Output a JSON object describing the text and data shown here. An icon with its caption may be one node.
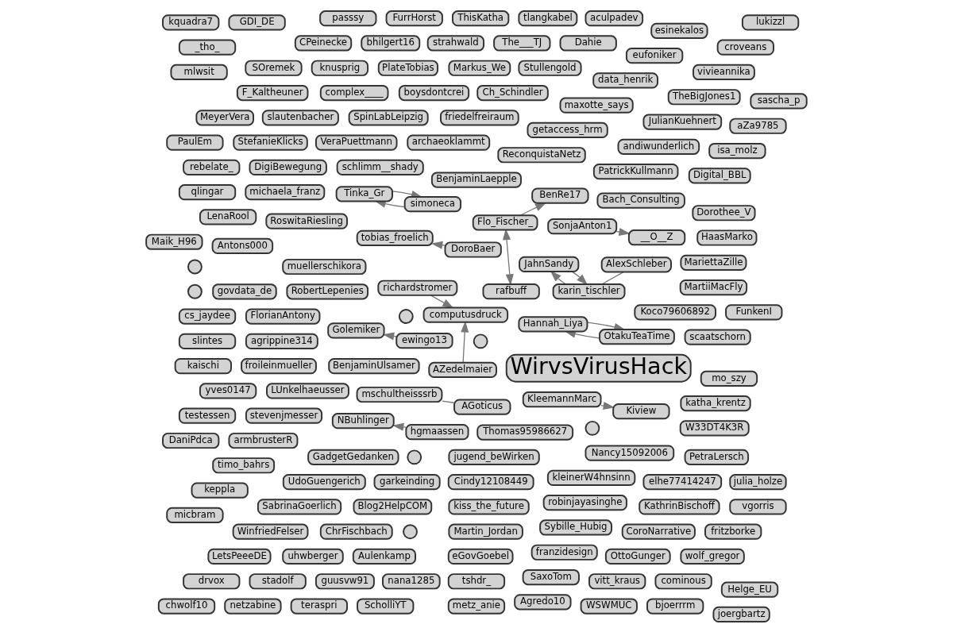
{
  "diagram": {
    "nodes": [
      {
        "text": [
          "WirvsVirusHack"
        ]
      },
      {
        "text": [
          "knusprig"
        ]
      },
      {
        "text": [
          "Antons000"
        ]
      },
      {
        "text": [
          "Blog2HelpCOM"
        ]
      },
      {
        "text": [
          "SOremek"
        ]
      },
      {
        "text": [
          "LenaRool"
        ]
      },
      {
        "text": [
          "yves0147"
        ]
      },
      {
        "text": [
          "FlorianAntony"
        ]
      },
      {
        "text": [
          "elhe77414247"
        ]
      },
      {
        "text": [
          "mo_szy"
        ]
      },
      {
        "text": [
          "MeyerVera"
        ]
      },
      {
        "text": [
          "fritzborke"
        ]
      },
      {
        "text": [
          "timo_bahrs"
        ]
      },
      {
        "text": [
          "BenjaminUlsamer"
        ]
      },
      {
        "text": [
          "muellerschikora"
        ]
      },
      {
        "text": [
          "RobertLepenies"
        ]
      },
      {
        "text": [
          "JulianKuehnert"
        ]
      },
      {
        "text": [
          "keppla"
        ]
      },
      {
        "text": [
          "Digital_BBL"
        ]
      },
      {
        "text": [
          "PatrickKullmann"
        ]
      },
      {
        "text": [
          "agrippine314"
        ]
      },
      {
        "text": [
          "SaxoTom"
        ]
      },
      {
        "text": [
          "Bach_Consulting"
        ]
      },
      {
        "text": [
          "isa_molz"
        ]
      },
      {
        "text": [
          "froileinmueller"
        ]
      },
      {
        "text": [
          "eufoniker"
        ]
      },
      {
        "text": [
          "LetsPeeeDE"
        ]
      },
      {
        "text": [
          "tshdr_"
        ]
      },
      {
        "text": [
          "uhwberger"
        ]
      },
      {
        "text": [
          "friedelfreiraum"
        ]
      },
      {
        "text": [
          "vitt_kraus"
        ]
      },
      {
        "text": [
          "cominous"
        ]
      },
      {
        "text": [],
        "shape": "circle"
      },
      {
        "text": [],
        "shape": "circle"
      },
      {
        "text": [
          "rebelate_"
        ]
      },
      {
        "text": [
          "MartiiMacFly"
        ]
      },
      {
        "text": [
          "drvox"
        ]
      },
      {
        "text": [
          "stadolf"
        ]
      },
      {
        "text": [
          "guusvw91"
        ]
      },
      {
        "text": [
          "Nancy15092006"
        ]
      },
      {
        "text": [
          "SpinLabLeipzig"
        ]
      },
      {
        "text": [
          "nana1285"
        ]
      },
      {
        "text": [
          "croveans"
        ]
      },
      {
        "text": [
          "_tho_"
        ]
      },
      {
        "text": [],
        "shape": "circle"
      },
      {
        "text": [
          "Hannah_Liya"
        ]
      },
      {
        "text": [
          "OtakuTeaTime"
        ]
      },
      {
        "text": [
          "Tinka_Gr"
        ]
      },
      {
        "text": [
          "JahnSandy"
        ]
      },
      {
        "text": [
          "qlingar"
        ]
      },
      {
        "text": [
          "Flo_Fischer_"
        ]
      },
      {
        "text": [
          "BenRe17"
        ]
      },
      {
        "text": [
          "rafbuff"
        ]
      },
      {
        "text": [
          "BenjaminLaepple"
        ]
      },
      {
        "text": [
          "AlexSchleber"
        ]
      },
      {
        "text": [
          "karin_tischler"
        ]
      },
      {
        "text": [
          "simoneca"
        ]
      },
      {
        "text": [
          "cs_jaydee"
        ]
      },
      {
        "text": [
          "slintes"
        ]
      },
      {
        "text": [
          "testessen"
        ]
      },
      {
        "text": [
          "Aulenkamp"
        ]
      },
      {
        "text": [],
        "shape": "circle"
      },
      {
        "text": [
          "garkeinding"
        ]
      },
      {
        "text": [],
        "shape": "circle"
      },
      {
        "text": [
          "Helge_EU"
        ]
      },
      {
        "text": [
          "NBuhlinger"
        ]
      },
      {
        "text": [
          "Dahie"
        ]
      },
      {
        "text": [
          "hgmaassen"
        ]
      },
      {
        "text": [
          "UdoGuengerich"
        ]
      },
      {
        "text": [
          "Dorothee_V"
        ]
      },
      {
        "text": [
          "jugend_beWirken"
        ]
      },
      {
        "text": [
          "armbrusterR"
        ]
      },
      {
        "text": [
          "Sybille_Hubig"
        ]
      },
      {
        "text": [
          "vivieannika"
        ]
      },
      {
        "text": [
          "The___TJ"
        ]
      },
      {
        "text": [
          "mschultheisssrb"
        ]
      },
      {
        "text": [
          "MariettaZille"
        ]
      },
      {
        "text": [
          "Ch_Schindler"
        ]
      },
      {
        "text": [
          "maxotte_says"
        ]
      },
      {
        "text": [
          "andiwunderlich"
        ]
      },
      {
        "text": [
          "strahwald"
        ]
      },
      {
        "text": [
          "franzidesign"
        ]
      },
      {
        "text": [
          "slautenbacher"
        ]
      },
      {
        "text": [
          "AGoticus"
        ]
      },
      {
        "text": [],
        "shape": "circle"
      },
      {
        "text": [
          "archaeoklammt"
        ]
      },
      {
        "text": [
          "richardstromer"
        ]
      },
      {
        "text": [
          "computusdruck"
        ]
      },
      {
        "text": [
          "bhilgert16"
        ]
      },
      {
        "text": [
          "CPeinecke"
        ]
      },
      {
        "text": [
          "AZedelmaier"
        ]
      },
      {
        "text": [
          "kaischi"
        ]
      },
      {
        "text": [
          "DigiBewegung"
        ]
      },
      {
        "text": [
          "FunkenI"
        ]
      },
      {
        "text": [
          "mlwsit"
        ]
      },
      {
        "text": [
          "HaasMarko"
        ]
      },
      {
        "text": [
          "vgorris"
        ]
      },
      {
        "text": [
          "Thomas95986627"
        ]
      },
      {
        "text": [
          "julia_holze"
        ]
      },
      {
        "text": [
          "boysdontcrei"
        ]
      },
      {
        "text": [
          "aZa9785"
        ]
      },
      {
        "text": [
          "PaulEm"
        ]
      },
      {
        "text": [
          "schlimm__shady"
        ]
      },
      {
        "text": [
          "micbram"
        ]
      },
      {
        "text": [
          "Golemiker"
        ]
      },
      {
        "text": [
          "Agredo10"
        ]
      },
      {
        "text": [
          "esinekalos"
        ]
      },
      {
        "text": [
          "DaniPdca"
        ]
      },
      {
        "text": [
          "ewingo13"
        ]
      },
      {
        "text": [
          "metz_anie"
        ]
      },
      {
        "text": [
          "VeraPuettmann"
        ]
      },
      {
        "text": [
          "WSWMUC"
        ]
      },
      {
        "text": [
          "PetraLersch"
        ]
      },
      {
        "text": [
          "kleinerW4hnsinn"
        ]
      },
      {
        "text": [
          "michaela_franz"
        ]
      },
      {
        "text": [
          "complex____"
        ]
      },
      {
        "text": [
          "RoswitaRiesling"
        ]
      },
      {
        "text": [
          "bjoerrrm"
        ]
      },
      {
        "text": [
          "Martin_Jordan"
        ]
      },
      {
        "text": [
          "scaatschorn"
        ]
      },
      {
        "text": [
          "stevenjmesser"
        ]
      },
      {
        "text": [
          "CoroNarrative"
        ]
      },
      {
        "text": [
          "chwolf10"
        ]
      },
      {
        "text": [
          "F_Kaltheuner"
        ]
      },
      {
        "text": [
          "netzabine"
        ]
      },
      {
        "text": [
          "KleemannMarc"
        ]
      },
      {
        "text": [
          "LUnkelhaeusser"
        ]
      },
      {
        "text": [
          "teraspri"
        ]
      },
      {
        "text": [
          "ScholliYT"
        ]
      },
      {
        "text": [
          "Kiview"
        ]
      },
      {
        "text": [
          "W33DT4K3R"
        ]
      },
      {
        "text": [
          "data_henrik"
        ]
      },
      {
        "text": [
          "GadgetGedanken"
        ]
      },
      {
        "text": [
          "robinjayasinghe"
        ]
      },
      {
        "text": [
          "StefanieKlicks"
        ]
      },
      {
        "text": [
          "SonjaAnton1"
        ]
      },
      {
        "text": [
          "lukizzl"
        ]
      },
      {
        "text": [
          "__O__Z"
        ]
      },
      {
        "text": [
          "Stullengold"
        ]
      },
      {
        "text": [
          "GDI_DE"
        ]
      },
      {
        "text": [
          "Markus_We"
        ]
      },
      {
        "text": [
          "kquadra7"
        ]
      },
      {
        "text": [
          "govdata_de"
        ]
      },
      {
        "text": [],
        "shape": "circle"
      },
      {
        "text": [
          "tobias_froelich"
        ]
      },
      {
        "text": [
          "DoroBaer"
        ]
      },
      {
        "text": [
          "WinfriedFelser"
        ]
      },
      {
        "text": [
          "ReconquistaNetz"
        ]
      },
      {
        "text": [
          "Koco79606892"
        ]
      },
      {
        "text": [
          "joergbartz"
        ]
      },
      {
        "text": [
          "aculpadev"
        ]
      },
      {
        "text": [
          "tlangkabel"
        ]
      },
      {
        "text": [
          "eGovGoebel"
        ]
      },
      {
        "text": [
          "Cindy12108449"
        ]
      },
      {
        "text": [
          "katha_krentz"
        ]
      },
      {
        "text": [
          "OttoGunger"
        ]
      },
      {
        "text": [
          "ThisKatha"
        ]
      },
      {
        "text": [
          "PlateTobias"
        ]
      },
      {
        "text": [
          "wolf_gregor"
        ]
      },
      {
        "text": [
          "getaccess_hrm"
        ]
      },
      {
        "text": [
          "FurrHorst"
        ]
      },
      {
        "text": [
          "passsy"
        ]
      },
      {
        "text": [
          "kiss_the_future"
        ]
      },
      {
        "text": [
          "ChrFischbach"
        ]
      },
      {
        "text": [
          "KathrinBischoff"
        ]
      },
      {
        "text": [
          "SabrinaGoerlich"
        ]
      },
      {
        "text": [
          "sascha_p"
        ]
      },
      {
        "text": [
          "Maik_H96"
        ]
      },
      {
        "text": [
          "TheBigJones1"
        ]
      }
    ],
    "edges": [
      {
        "from": 45,
        "to": 46,
        "arrow": "to"
      },
      {
        "from": 46,
        "to": 45,
        "arrow": "to"
      },
      {
        "from": 56,
        "to": 47,
        "arrow": "to"
      },
      {
        "from": 47,
        "to": 56,
        "arrow": "to"
      },
      {
        "from": 48,
        "to": 55,
        "arrow": "to"
      },
      {
        "from": 55,
        "to": 48,
        "arrow": "to"
      },
      {
        "from": 50,
        "to": 51,
        "arrow": "to"
      },
      {
        "from": 50,
        "to": 52,
        "arrow": "both"
      },
      {
        "from": 54,
        "to": 55,
        "arrow": "none"
      },
      {
        "from": 67,
        "to": 65,
        "arrow": "to"
      },
      {
        "from": 86,
        "to": 87,
        "arrow": "to"
      },
      {
        "from": 90,
        "to": 87,
        "arrow": "to"
      },
      {
        "from": 75,
        "to": 83,
        "arrow": "none"
      },
      {
        "from": 108,
        "to": 104,
        "arrow": "to"
      },
      {
        "from": 135,
        "to": 137,
        "arrow": "to"
      },
      {
        "from": 145,
        "to": 144,
        "arrow": "to"
      },
      {
        "from": 125,
        "to": 129,
        "arrow": "to"
      }
    ]
  }
}
